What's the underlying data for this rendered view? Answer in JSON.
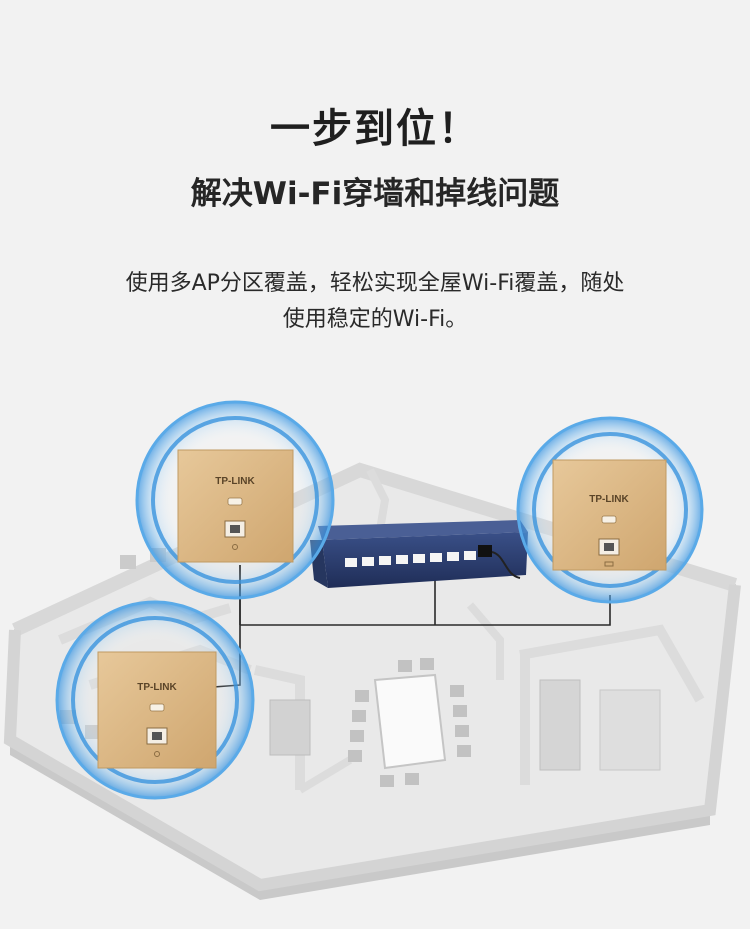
{
  "header": {
    "title": "一步到位！",
    "subtitle": "解决Wi-Fi穿墙和掉线问题"
  },
  "description": {
    "line1": "使用多AP分区覆盖，轻松实现全屋Wi-Fi覆盖，随处",
    "line2": "使用稳定的Wi-Fi。"
  },
  "devices": {
    "ap_brand": "TP-LINK",
    "ap_color": "#d8b584",
    "switch_color": "#2c3f73",
    "signal_color": "#2f8fe0"
  }
}
